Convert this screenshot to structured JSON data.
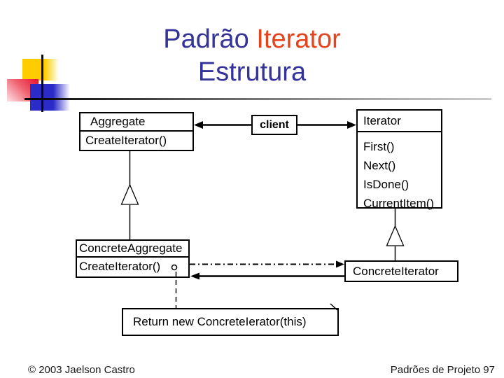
{
  "slide": {
    "title": {
      "part1": "Padrão",
      "part2": "Iterator",
      "line2": "Estrutura"
    },
    "footer": {
      "left": "© 2003 Jaelson Castro",
      "right": "Padrões de Projeto 97"
    },
    "colors": {
      "title_primary": "#333399",
      "title_accent": "#E5431C",
      "deco_yellow": "#FFCC00",
      "deco_blue": "#2B2BC8",
      "deco_red": "#E8112D",
      "line_black": "#000000"
    }
  },
  "diagram": {
    "aggregate": {
      "name": "Aggregate",
      "method": "CreateIterator()"
    },
    "client": {
      "name": "client"
    },
    "iterator": {
      "name": "Iterator",
      "methods": [
        "First()",
        "Next()",
        "IsDone()",
        "CurrentItem()"
      ]
    },
    "concrete_aggregate": {
      "name": "ConcreteAggregate",
      "method": "CreateIterator()"
    },
    "concrete_iterator": {
      "name": "ConcreteIterator"
    },
    "note": {
      "text": "Return new ConcreteIerator(this)"
    }
  }
}
